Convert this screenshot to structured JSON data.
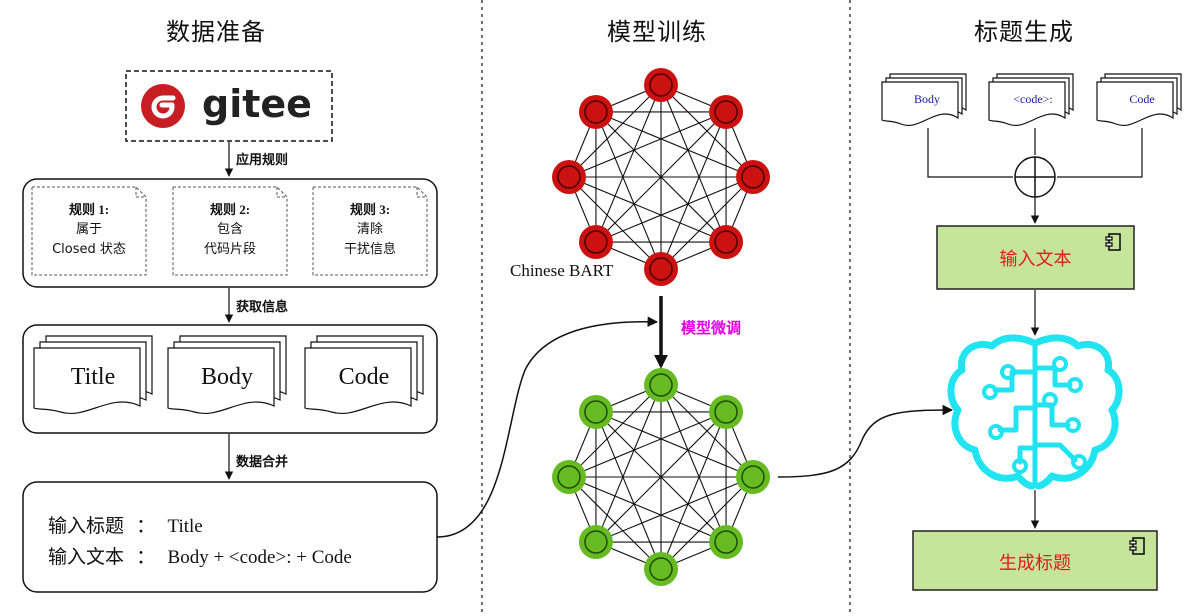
{
  "sections": {
    "data_prep": "数据准备",
    "training": "模型训练",
    "generation": "标题生成"
  },
  "gitee_logo_text": "gitee",
  "edges": {
    "apply_rules": "应用规则",
    "get_info": "获取信息",
    "merge": "数据合并",
    "finetune": "模型微调"
  },
  "rules": [
    {
      "title": "规则 1:",
      "line1": "属于",
      "line2": "Closed 状态"
    },
    {
      "title": "规则 2:",
      "line1": "包含",
      "line2": "代码片段"
    },
    {
      "title": "规则 3:",
      "line1": "清除",
      "line2": "干扰信息"
    }
  ],
  "docs": [
    "Title",
    "Body",
    "Code"
  ],
  "inputs": {
    "title_label": "输入标题",
    "title_value": "Title",
    "text_label": "输入文本",
    "text_value": "Body + <code>: + Code",
    "sep": "："
  },
  "model_label": "Chinese BART",
  "gen_docs": [
    "Body",
    "<code>:",
    "Code"
  ],
  "gen_boxes": {
    "input_text": "输入文本",
    "gen_title": "生成标题"
  },
  "colors": {
    "red_node": "#cc1111",
    "green_node": "#66bb22",
    "brain": "#22e4f0",
    "green_box": "#c6e49a"
  }
}
